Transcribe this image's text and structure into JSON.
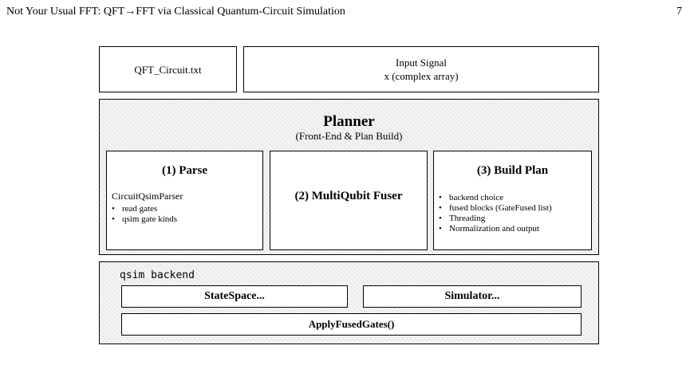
{
  "header": {
    "title": "Not Your Usual FFT: QFT→FFT via Classical Quantum-Circuit Simulation",
    "page_number": "7"
  },
  "inputs": {
    "circuit_file": "QFT_Circuit.txt",
    "signal_title": "Input Signal",
    "signal_desc": "x (complex array)"
  },
  "planner": {
    "title": "Planner",
    "subtitle": "(Front-End & Plan Build)",
    "parse": {
      "title": "(1)  Parse",
      "parser_name": "CircuitQsimParser",
      "items": [
        "read gates",
        "qsim gate kinds"
      ]
    },
    "fuser": {
      "title": "(2) MultiQubit Fuser"
    },
    "build_plan": {
      "title": "(3) Build Plan",
      "items": [
        "backend choice",
        "fused blocks (GateFused list)",
        "Threading",
        "Normalization and output"
      ]
    }
  },
  "backend": {
    "label": "qsim backend",
    "state_space": "StateSpace...",
    "simulator": "Simulator...",
    "apply": "ApplyFusedGates()"
  }
}
